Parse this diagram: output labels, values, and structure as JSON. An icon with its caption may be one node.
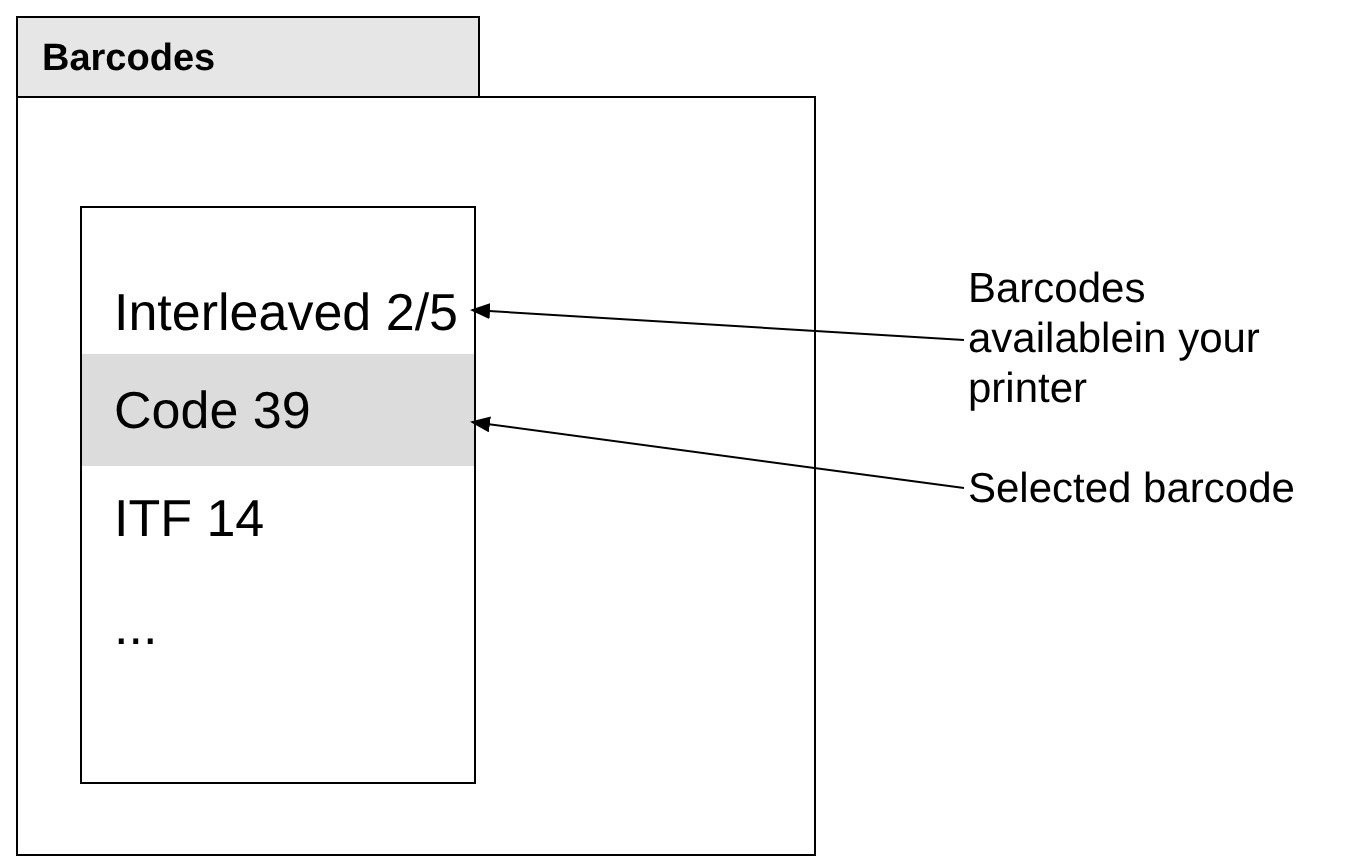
{
  "diagram": {
    "nodes": [
      {
        "text": [
          "Barcodes"
        ]
      },
      {
        "text": [],
        "shape": "box",
        "in": 0
      },
      {
        "text": [
          "Interleaved 2/5"
        ],
        "in": 1
      },
      {
        "text": [
          "Code 39"
        ],
        "in": 1
      },
      {
        "text": [
          "ITF 14"
        ],
        "in": 1
      },
      {
        "text": [
          "..."
        ],
        "in": 1
      },
      {
        "text": [
          "Barcodes availablein your printer"
        ]
      },
      {
        "text": [
          "Selected barcode"
        ]
      }
    ],
    "edges": [
      {
        "from": 6,
        "to": 2,
        "arrow": "to"
      },
      {
        "from": 7,
        "to": 3,
        "arrow": "to"
      }
    ]
  }
}
